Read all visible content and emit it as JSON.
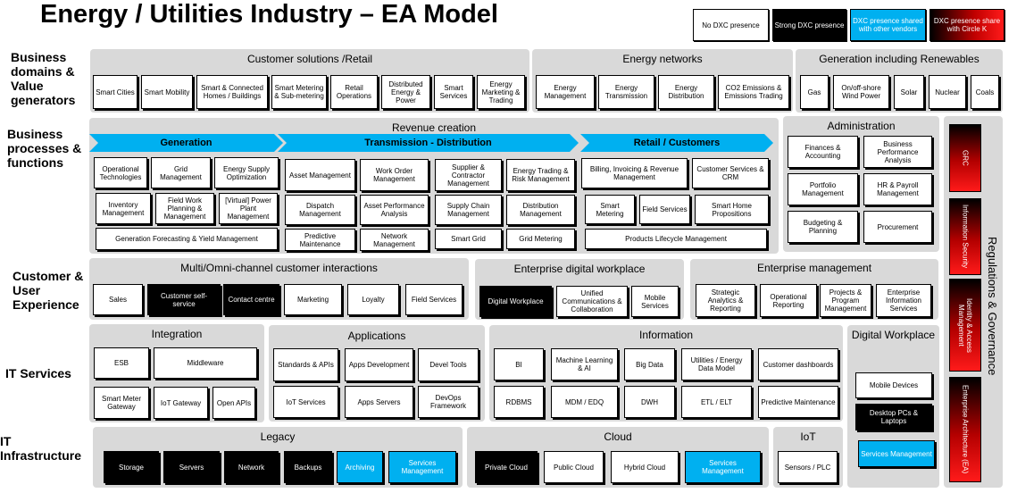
{
  "title": "Energy / Utilities Industry – EA Model",
  "legend": [
    "No DXC presence",
    "Strong DXC presence",
    "DXC presence shared with other vendors",
    "DXC presence share with Circle K"
  ],
  "row_labels": {
    "business_domains": "Business domains & Value generators",
    "business_processes": "Business processes & functions",
    "customer_experience": "Customer & User Experience",
    "it_services": "IT Services",
    "it_infrastructure": "IT Infrastructure"
  },
  "domains": {
    "retail": {
      "title": "Customer solutions /Retail",
      "items": [
        "Smart Cities",
        "Smart Mobility",
        "Smart & Connected Homes / Buildings",
        "Smart Metering & Sub-metering",
        "Retail Operations",
        "Distributed Energy & Power",
        "Smart Services",
        "Energy Marketing & Trading"
      ]
    },
    "networks": {
      "title": "Energy networks",
      "items": [
        "Energy Management",
        "Energy Transmission",
        "Energy Distribution",
        "CO2 Emissions & Emissions Trading"
      ]
    },
    "generation": {
      "title": "Generation including Renewables",
      "items": [
        "Gas",
        "On/off-shore Wind Power",
        "Solar",
        "Nuclear",
        "Coals"
      ]
    }
  },
  "processes": {
    "revenue_title": "Revenue creation",
    "arrows": [
      "Generation",
      "Transmission - Distribution",
      "Retail / Customers"
    ],
    "generation_items": [
      "Operational Technologies",
      "Grid Management",
      "Energy Supply Optimization",
      "Inventory Management",
      "Field Work Planning & Management",
      "[Virtual] Power Plant Management",
      "Generation Forecasting & Yield Management"
    ],
    "td_items": [
      "Asset Management",
      "Work Order Management",
      "Supplier & Contractor Management",
      "Energy Trading & Risk Management",
      "Dispatch Management",
      "Asset Performance Analysis",
      "Supply Chain Management",
      "Distribution Management",
      "Predictive Maintenance",
      "Network Management",
      "Smart Grid",
      "Grid Metering"
    ],
    "retail_items": [
      "Billing, Invoicing & Revenue Management",
      "Customer Services & CRM",
      "Smart Metering",
      "Field Services",
      "Smart Home Propositions",
      "Products Lifecycle Management"
    ],
    "admin_title": "Administration",
    "admin_items": [
      "Finances & Accounting",
      "Business Performance Analysis",
      "Portfolio Management",
      "HR & Payroll Management",
      "Budgeting & Planning",
      "Procurement"
    ]
  },
  "experience": {
    "omni_title": "Multi/Omni-channel customer interactions",
    "omni_items": [
      "Sales",
      "Customer self-service",
      "Contact centre",
      "Marketing",
      "Loyalty",
      "Field Services"
    ],
    "workplace_title": "Enterprise digital workplace",
    "workplace_items": [
      "Digital Workplace",
      "Unified Communications & Collaboration",
      "Mobile Services"
    ],
    "mgmt_title": "Enterprise management",
    "mgmt_items": [
      "Strategic Analytics & Reporting",
      "Operational Reporting",
      "Projects & Program Management",
      "Enterprise Information Services"
    ]
  },
  "it_services": {
    "integration_title": "Integration",
    "integration_items": [
      "ESB",
      "Middleware",
      "Smart Meter Gateway",
      "IoT Gateway",
      "Open APIs"
    ],
    "apps_title": "Applications",
    "apps_items": [
      "Standards & APIs",
      "Apps Development",
      "Devel Tools",
      "IoT Services",
      "Apps Servers",
      "DevOps Framework"
    ],
    "info_title": "Information",
    "info_items": [
      "BI",
      "Machine Learning & AI",
      "Big Data",
      "Utilities / Energy Data Model",
      "Customer dashboards",
      "RDBMS",
      "MDM / EDQ",
      "DWH",
      "ETL / ELT",
      "Predictive Maintenance"
    ],
    "dw_title": "Digital Workplace",
    "dw_items": [
      "Mobile Devices",
      "Desktop PCs & Laptops",
      "Services Management"
    ]
  },
  "infrastructure": {
    "legacy_title": "Legacy",
    "legacy_items": [
      "Storage",
      "Servers",
      "Network",
      "Backups",
      "Archiving",
      "Services Management"
    ],
    "cloud_title": "Cloud",
    "cloud_items": [
      "Private Cloud",
      "Public Cloud",
      "Hybrid Cloud",
      "Services Management"
    ],
    "iot_title": "IoT",
    "iot_items": [
      "Sensors / PLC"
    ]
  },
  "governance": {
    "title": "Regulations & Governance",
    "items": [
      "GRC",
      "Information Security",
      "Identity & Access Management",
      "Enterprise Architecture (EA)"
    ]
  },
  "colors": {
    "blue": "#00b0f0",
    "panel": "#d9d9d9",
    "black": "#000000",
    "red": "#ff1a1a"
  }
}
